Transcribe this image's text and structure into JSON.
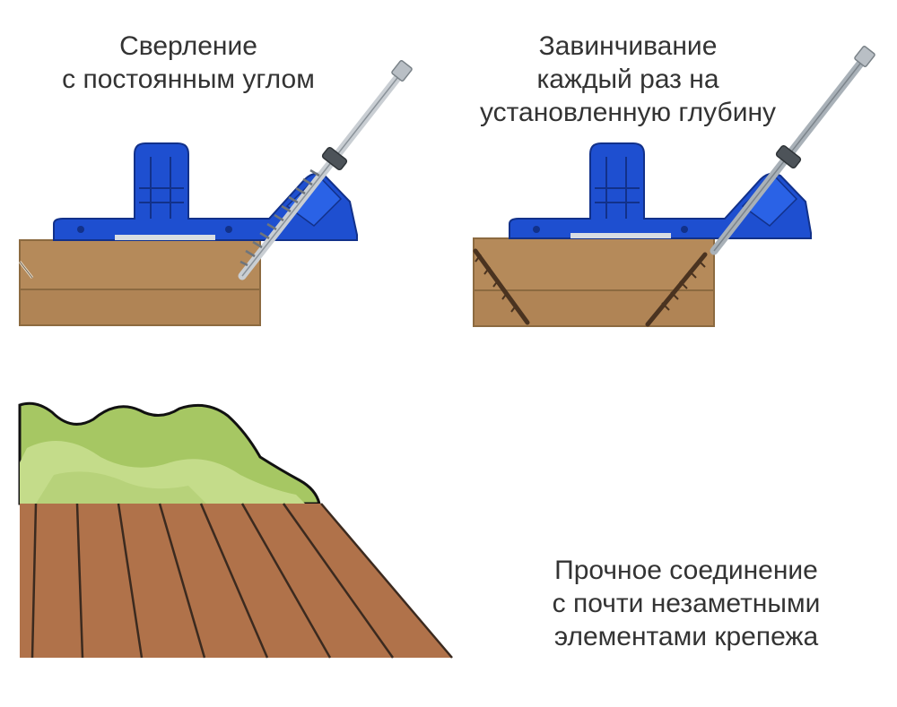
{
  "captions": {
    "drilling": {
      "line1": "Сверление",
      "line2": "с постоянным углом"
    },
    "screwing": {
      "line1": "Завинчивание",
      "line2": "каждый раз на",
      "line3": "установленную глубину"
    },
    "joint": {
      "line1": "Прочное соединение",
      "line2": "с почти незаметными",
      "line3": "элементами крепежа"
    }
  },
  "colors": {
    "jig_blue": "#1e4fd0",
    "jig_blue_dark": "#12318a",
    "wood": "#b58a5a",
    "wood_dark": "#8c6a40",
    "screw": "#4a3320",
    "bit_gray": "#9aa3ab",
    "grass": "#a6c763",
    "grass_light": "#c4dc8a",
    "deck_board": "#b0724a",
    "deck_gap": "#3b2a1f",
    "text": "#333333"
  },
  "icons": {
    "jig": "pocket-hole-jig-icon",
    "drill_bit": "drill-bit-icon",
    "driver_bit": "driver-bit-icon",
    "screw": "screw-icon",
    "deck": "deck-boards-icon",
    "grass": "grass-hill-icon"
  }
}
